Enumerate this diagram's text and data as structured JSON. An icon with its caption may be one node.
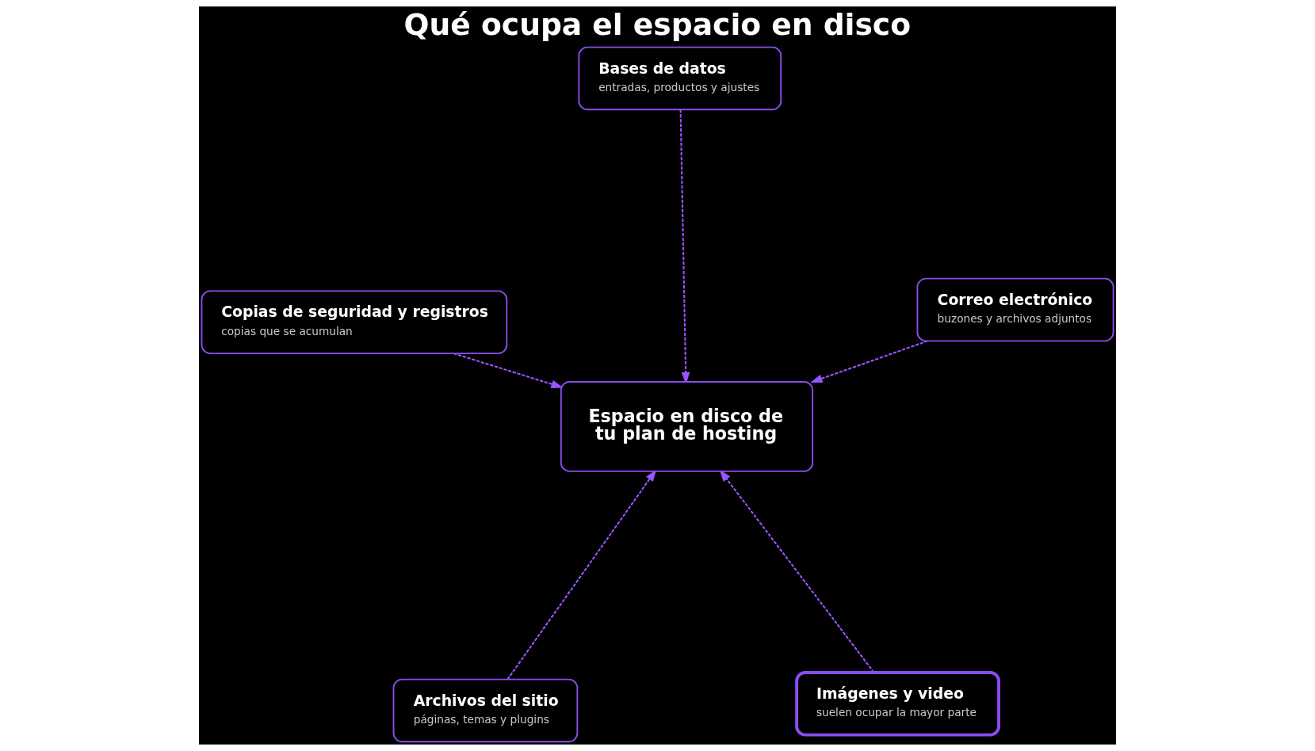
{
  "diagram": {
    "title": "Qué ocupa el espacio en disco",
    "nodes": [
      {
        "text": [
          "Archivos del sitio",
          "páginas, temas y plugins"
        ]
      },
      {
        "text": [
          "Imágenes y video",
          "suelen ocupar la mayor parte"
        ]
      },
      {
        "text": [
          "Espacio en disco de tu plan de hosting"
        ]
      },
      {
        "text": [
          "Bases de datos",
          "entradas, productos y ajustes"
        ]
      },
      {
        "text": [
          "Correo electrónico",
          "buzones y archivos adjuntos"
        ]
      },
      {
        "text": [
          "Copias de seguridad y registros",
          "copias que se acumulan"
        ]
      }
    ],
    "edges": [
      {
        "from": 0,
        "to": 2,
        "arrow": "to",
        "style": "dashed"
      },
      {
        "from": 1,
        "to": 2,
        "arrow": "to",
        "style": "dashed"
      },
      {
        "from": 3,
        "to": 2,
        "arrow": "to",
        "style": "dashed"
      },
      {
        "from": 4,
        "to": 2,
        "arrow": "to",
        "style": "dashed"
      },
      {
        "from": 5,
        "to": 2,
        "arrow": "to",
        "style": "dashed"
      }
    ]
  }
}
